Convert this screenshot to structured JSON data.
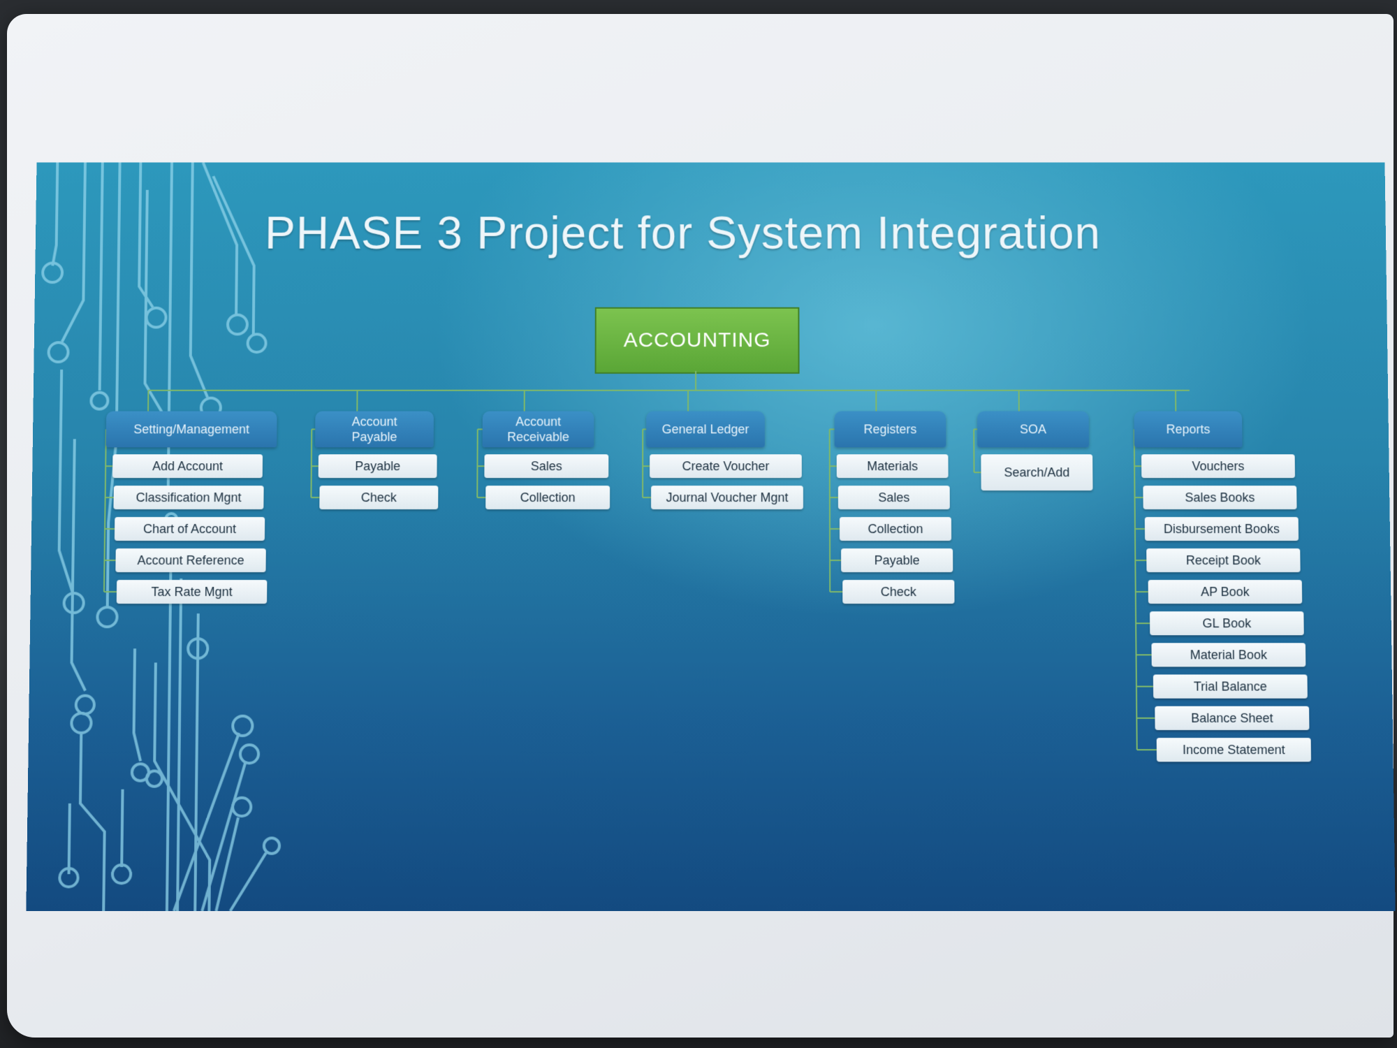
{
  "title": "PHASE 3 Project for System Integration",
  "root": "ACCOUNTING",
  "branches": [
    {
      "label": "Setting/Management",
      "items": [
        "Add Account",
        "Classification Mgnt",
        "Chart of Account",
        "Account Reference",
        "Tax Rate Mgnt"
      ]
    },
    {
      "label": "Account\nPayable",
      "items": [
        "Payable",
        "Check"
      ]
    },
    {
      "label": "Account\nReceivable",
      "items": [
        "Sales",
        "Collection"
      ]
    },
    {
      "label": "General Ledger",
      "items": [
        "Create Voucher",
        "Journal Voucher Mgnt"
      ]
    },
    {
      "label": "Registers",
      "items": [
        "Materials",
        "Sales",
        "Collection",
        "Payable",
        "Check"
      ]
    },
    {
      "label": "SOA",
      "items": [
        "Search/Add"
      ]
    },
    {
      "label": "Reports",
      "items": [
        "Vouchers",
        "Sales Books",
        "Disbursement Books",
        "Receipt Book",
        "AP Book",
        "GL Book",
        "Material Book",
        "Trial Balance",
        "Balance Sheet",
        "Income Statement"
      ]
    }
  ],
  "colors": {
    "root": "#5aa636",
    "header": "#2a74ad",
    "item": "#eef4f7",
    "connector": "#7fb86a"
  }
}
